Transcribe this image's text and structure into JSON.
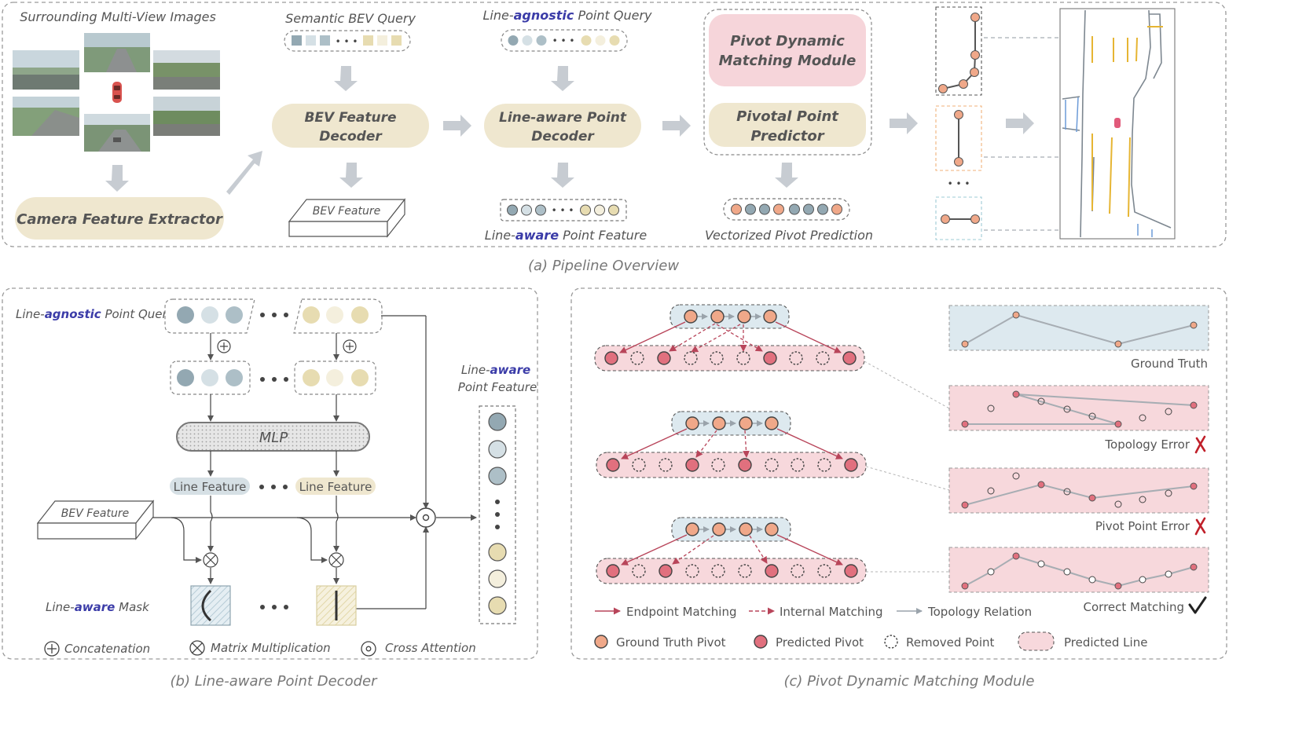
{
  "colors": {
    "beige": "#efe7cf",
    "beige_dot": "#e7dcb1",
    "beige_light": "#f4efdd",
    "pink_module": "#f6d5da",
    "pink_line": "#f7d8dc",
    "blue_panel": "#dde9ef",
    "gt_pivot": "#f0a889",
    "pred_pivot": "#e1707e",
    "slate_dot": "#93a8b2",
    "slate_light": "#d5e0e5",
    "arrow_grey": "#c7ccd2",
    "match_red": "#b8455a",
    "lane_yellow": "#e6b533",
    "lane_blue": "#6c9bd8",
    "accent_blue": "#3b3ca8",
    "dash_grey": "#9a9a9a"
  },
  "icons": {
    "vehicle": "car-icon",
    "concat": "circle-plus-icon",
    "matmul": "circle-times-icon",
    "cross_attn": "circle-dot-icon",
    "check": "check-icon",
    "cross": "cross-icon"
  },
  "top": {
    "caption": "(a) Pipeline Overview",
    "multi_view_title": "Surrounding Multi-View Images",
    "camera_extractor": "Camera Feature Extractor",
    "semantic_query": "Semantic BEV Query",
    "bev_decoder_1": "BEV Feature",
    "bev_decoder_2": "Decoder",
    "bev_feature": "BEV Feature",
    "query_pre": "Line-",
    "query_em": "agnostic",
    "query_post": " Point Query",
    "line_decoder_1": "Line-aware Point",
    "line_decoder_2": "Decoder",
    "feature_pre": "Line-",
    "feature_em": "aware",
    "feature_post": " Point Feature",
    "pivot_module_1": "Pivot Dynamic",
    "pivot_module_2": "Matching Module",
    "pivot_predictor_1": "Pivotal Point",
    "pivot_predictor_2": "Predictor",
    "vectorized": "Vectorized Pivot Prediction",
    "ellipsis": "• • •"
  },
  "left": {
    "caption": "(b) Line-aware Point Decoder",
    "query_pre": "Line-",
    "query_em": "agnostic",
    "query_post": " Point Query",
    "mlp": "MLP",
    "line_feature_1": "Line Feature",
    "line_feature_2": "Line Feature",
    "bev_feature": "BEV Feature",
    "output_line1_pre": "Line-",
    "output_line1_em": "aware",
    "output_line2": "Point Feature",
    "mask_pre": "Line-",
    "mask_em": "aware",
    "mask_post": " Mask",
    "legend_concat": "Concatenation",
    "legend_matmul": "Matrix Multiplication",
    "legend_cross": "Cross Attention"
  },
  "right": {
    "caption": "(c) Pivot Dynamic Matching Module",
    "ground_truth": "Ground Truth",
    "topology_error": "Topology Error",
    "pivot_error": "Pivot Point Error",
    "correct": "Correct Matching",
    "legend_endpoint": "Endpoint Matching",
    "legend_internal": "Internal Matching",
    "legend_topology": "Topology Relation",
    "legend_gt_pivot": "Ground Truth Pivot",
    "legend_pred_pivot": "Predicted Pivot",
    "legend_removed": "Removed Point",
    "legend_pred_line": "Predicted Line"
  }
}
